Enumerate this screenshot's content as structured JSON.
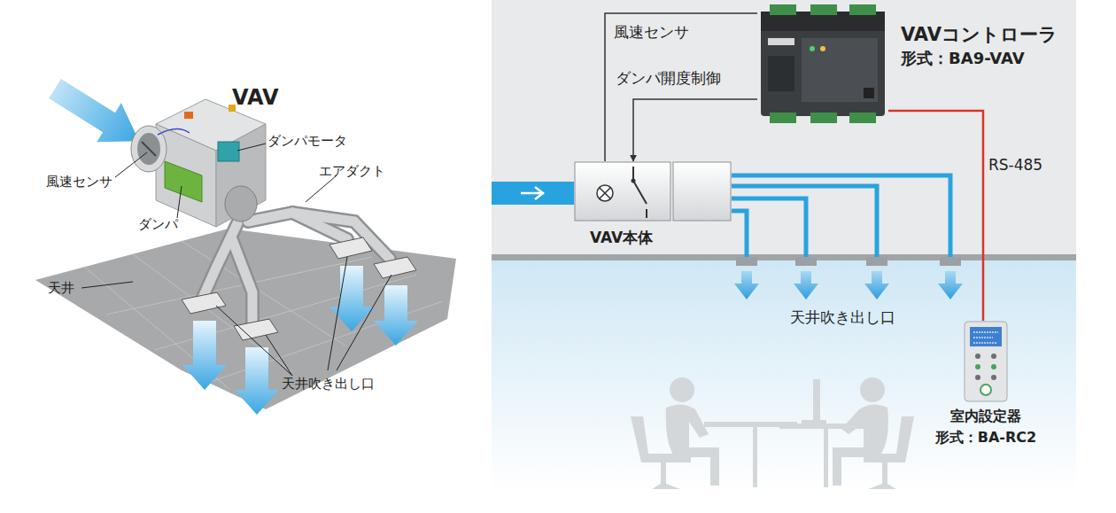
{
  "diagram": {
    "nodes": [
      {
        "text": [
          "VAVコントローラ",
          "形式：BA9-VAV"
        ]
      },
      {
        "text": [
          "VAV本体"
        ]
      },
      {
        "text": [
          "室内設定器",
          "形式：BA-RC2"
        ]
      }
    ],
    "edges": [
      {
        "from": 1,
        "to": 0,
        "arrow": "none",
        "label": "風速センサ"
      },
      {
        "from": 0,
        "to": 1,
        "arrow": "to",
        "label": "ダンパ開度制御"
      },
      {
        "from": 0,
        "to": 2,
        "arrow": "none",
        "label": "RS-485"
      }
    ],
    "labels": [
      "VAV",
      "風速センサ",
      "ダンパモータ",
      "エアダクト",
      "ダンパ",
      "天井",
      "天井吹き出し口",
      "天井吹き出し口"
    ]
  }
}
